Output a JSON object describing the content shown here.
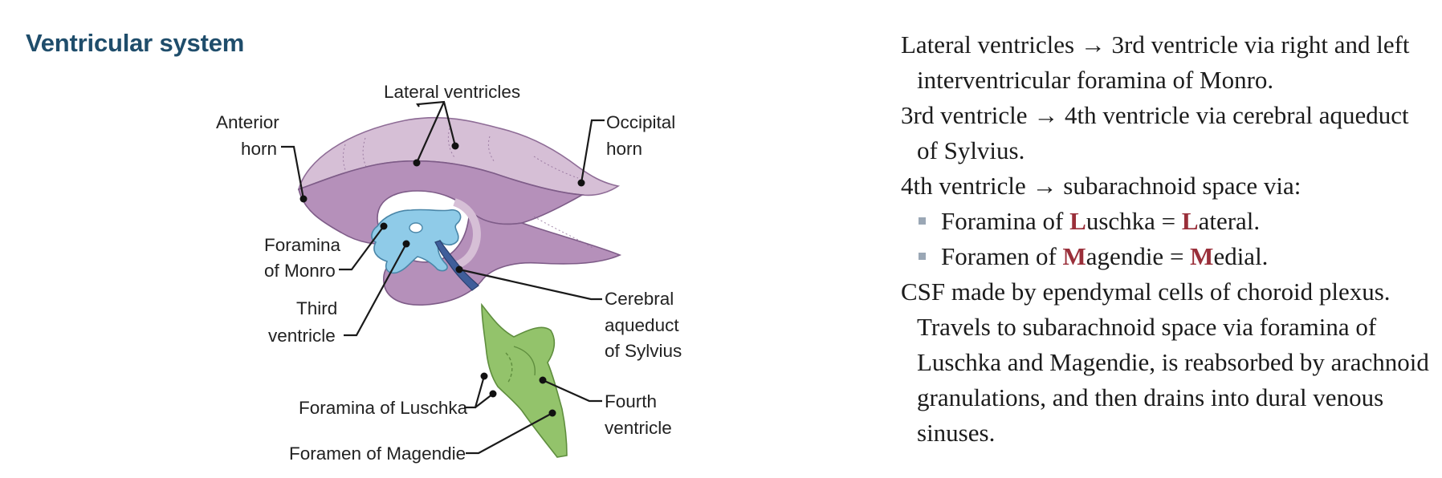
{
  "section_title": "Ventricular system",
  "diagram": {
    "labels": {
      "lateral_ventricles": "Lateral ventricles",
      "anterior_horn_1": "Anterior",
      "anterior_horn_2": "horn",
      "occipital_horn_1": "Occipital",
      "occipital_horn_2": "horn",
      "foramina_monro_1": "Foramina",
      "foramina_monro_2": "of Monro",
      "third_ventricle_1": "Third",
      "third_ventricle_2": "ventricle",
      "cerebral_aqueduct_1": "Cerebral",
      "cerebral_aqueduct_2": "aqueduct",
      "cerebral_aqueduct_3": "of Sylvius",
      "fourth_ventricle_1": "Fourth",
      "fourth_ventricle_2": "ventricle",
      "foramina_luschka": "Foramina of Luschka",
      "foramen_magendie": "Foramen of Magendie"
    },
    "colors": {
      "lateral_ventricle_light": "#d6bfd6",
      "lateral_ventricle_dark": "#b38fb8",
      "third_ventricle": "#8fcbe8",
      "aqueduct": "#3f5e9a",
      "fourth_ventricle": "#93c36b"
    }
  },
  "notes": {
    "line1": "Lateral ventricles → 3rd ventricle via right and left interventricular foramina of Monro.",
    "line2": "3rd ventricle → 4th ventricle via cerebral aqueduct of Sylvius.",
    "line3": "4th ventricle → subarachnoid space via:",
    "bullet1": {
      "pre": "Foramina of ",
      "m1": "L",
      "mid": "uschka = ",
      "m2": "L",
      "post": "ateral."
    },
    "bullet2": {
      "pre": "Foramen of ",
      "m1": "M",
      "mid": "agendie = ",
      "m2": "M",
      "post": "edial."
    },
    "line4": "CSF made by ependymal cells of choroid plexus. Travels to subarachnoid space via foramina of Luschka and Magendie, is reabsorbed by arachnoid granulations, and then drains into dural venous sinuses."
  }
}
